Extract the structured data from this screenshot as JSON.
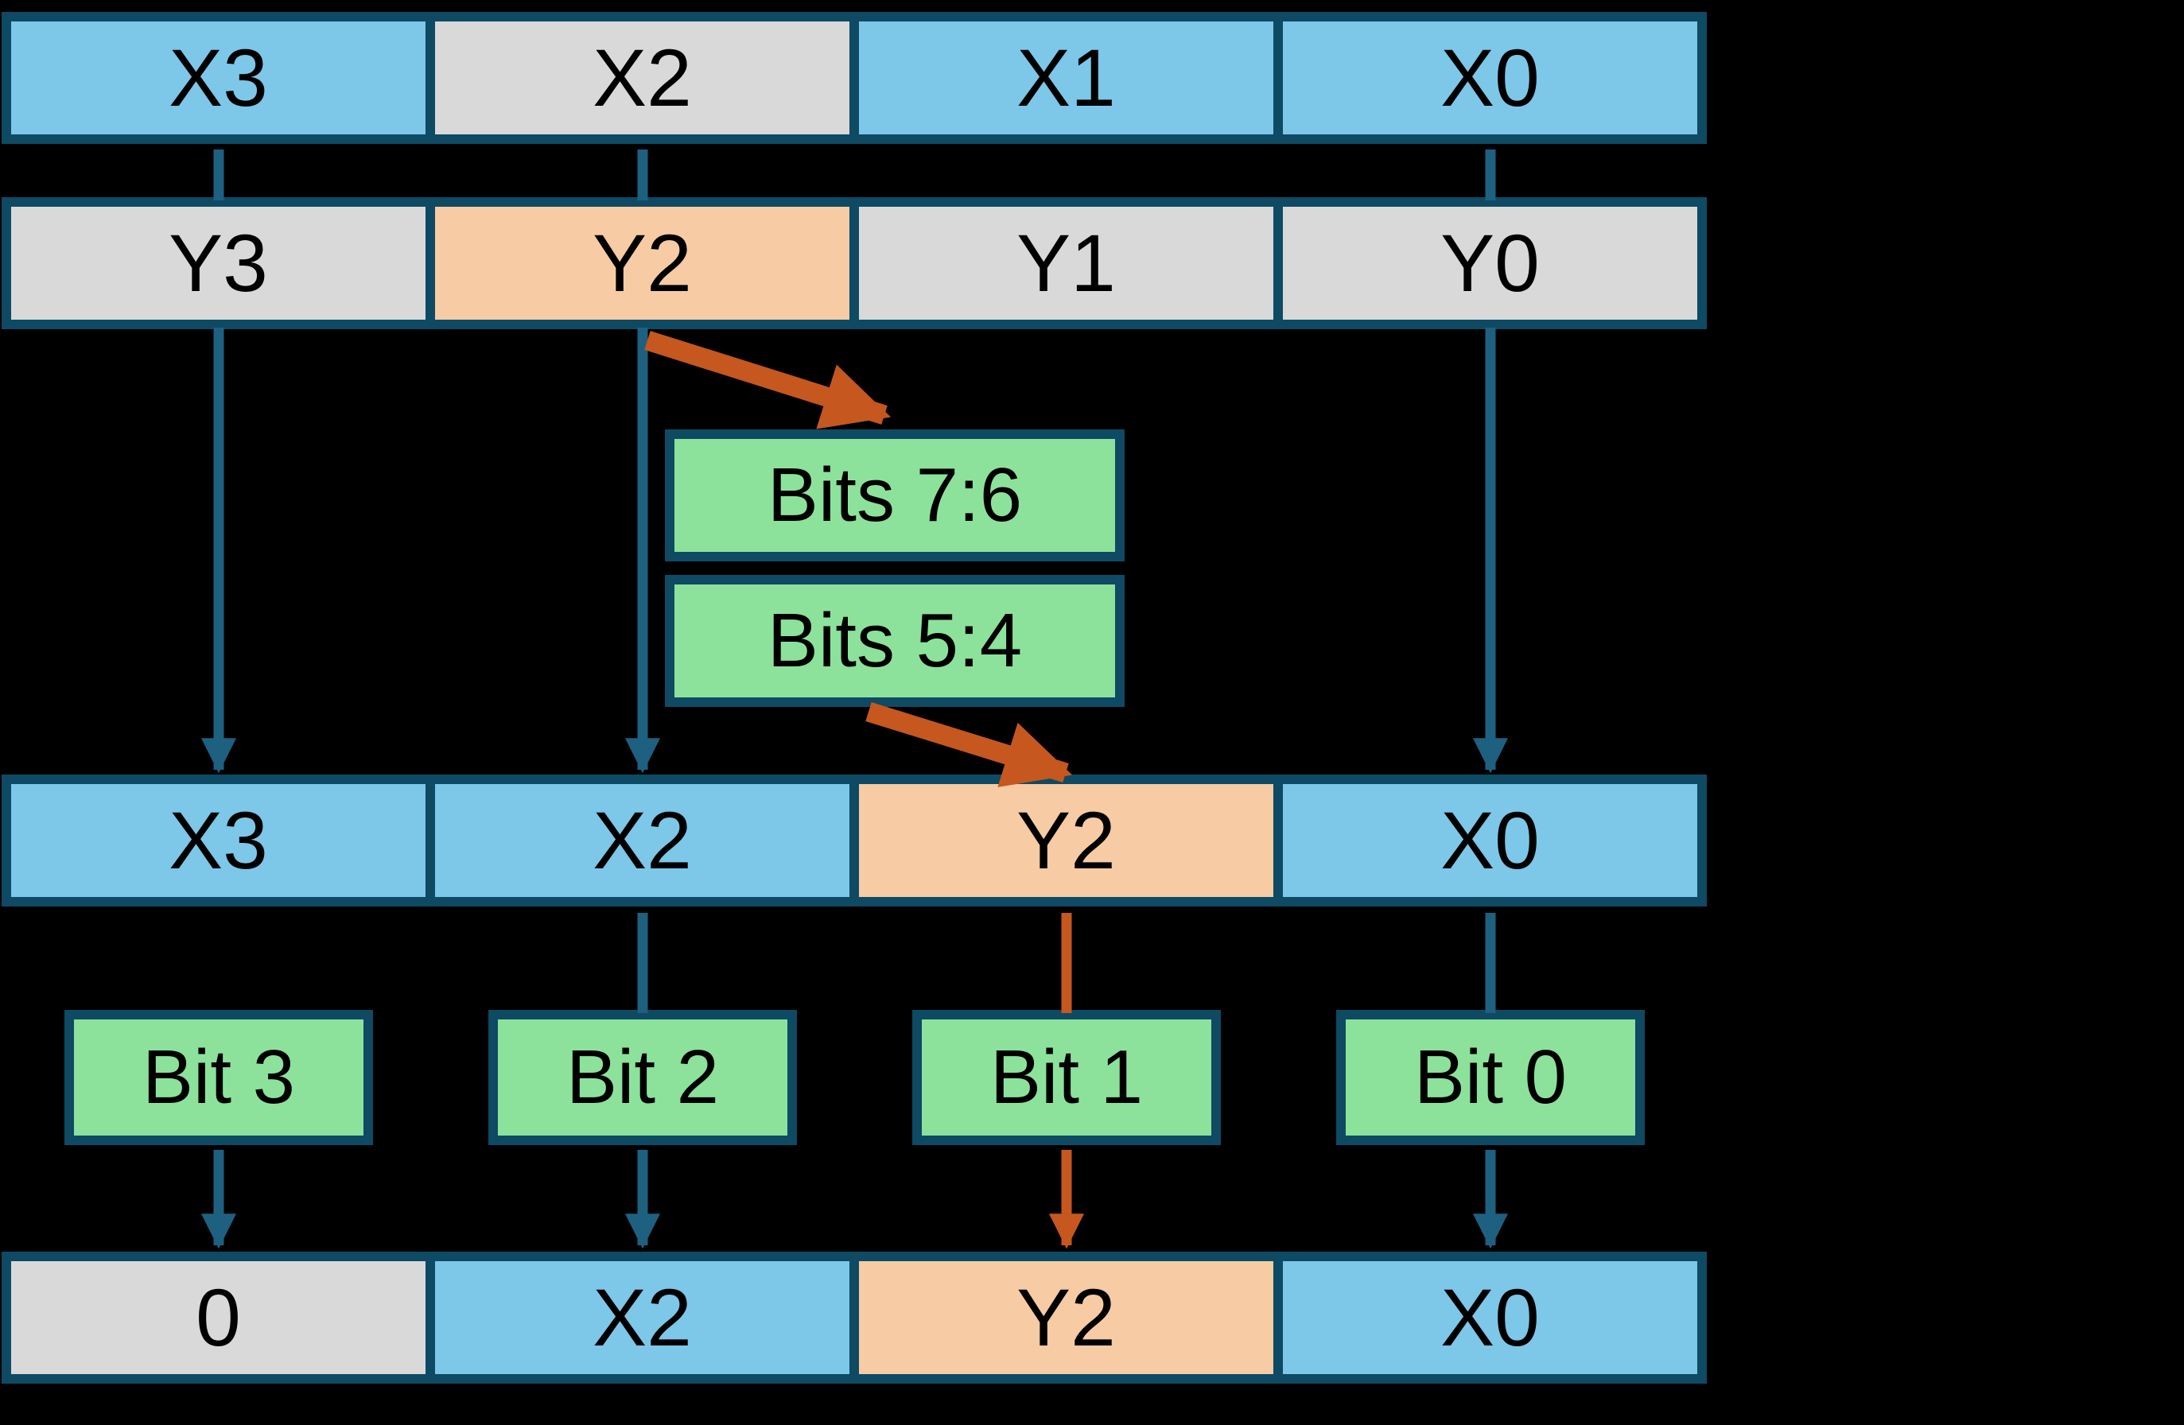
{
  "colors": {
    "background": "#000000",
    "cell_blue": "#7dc7e9",
    "cell_gray": "#d9d9d9",
    "cell_orange": "#f7cba3",
    "box_green": "#8ce29a",
    "border": "#0e4a63",
    "line_teal": "#1e6080",
    "line_orange": "#c5571f",
    "text": "#000000"
  },
  "rows": [
    {
      "cells": [
        {
          "label": "X3",
          "color": "cell_blue"
        },
        {
          "label": "X2",
          "color": "cell_gray"
        },
        {
          "label": "X1",
          "color": "cell_blue"
        },
        {
          "label": "X0",
          "color": "cell_blue"
        }
      ]
    },
    {
      "cells": [
        {
          "label": "Y3",
          "color": "cell_gray"
        },
        {
          "label": "Y2",
          "color": "cell_orange"
        },
        {
          "label": "Y1",
          "color": "cell_gray"
        },
        {
          "label": "Y0",
          "color": "cell_gray"
        }
      ]
    },
    {
      "cells": [
        {
          "label": "X3",
          "color": "cell_blue"
        },
        {
          "label": "X2",
          "color": "cell_blue"
        },
        {
          "label": "Y2",
          "color": "cell_orange"
        },
        {
          "label": "X0",
          "color": "cell_blue"
        }
      ]
    },
    {
      "cells": [
        {
          "label": "0",
          "color": "cell_gray"
        },
        {
          "label": "X2",
          "color": "cell_blue"
        },
        {
          "label": "Y2",
          "color": "cell_orange"
        },
        {
          "label": "X0",
          "color": "cell_blue"
        }
      ]
    }
  ],
  "boxes": {
    "bits76": "Bits 7:6",
    "bits54": "Bits 5:4",
    "bit3": "Bit 3",
    "bit2": "Bit 2",
    "bit1": "Bit 1",
    "bit0": "Bit 0"
  }
}
